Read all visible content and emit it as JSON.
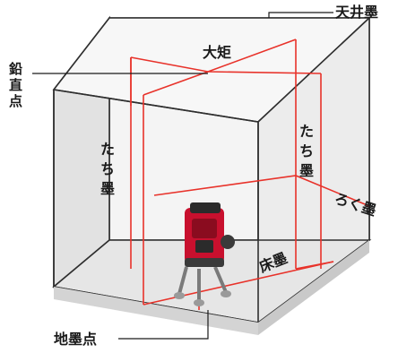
{
  "labels": {
    "ceiling": "天井墨",
    "right_angle": "大矩",
    "plumb_point": [
      "鉛",
      "直",
      "点"
    ],
    "vertical_left": [
      "た",
      "ち",
      "墨"
    ],
    "vertical_back": [
      "た",
      "ち",
      "墨"
    ],
    "horizontal": "ろく墨",
    "floor": "床墨",
    "ground_point": "地墨点"
  },
  "colors": {
    "laser": "#e8322a",
    "wall": "#efefef",
    "floor": "#e4e4e4",
    "frame": "#2f2f2f",
    "device_red": "#c8102e"
  }
}
